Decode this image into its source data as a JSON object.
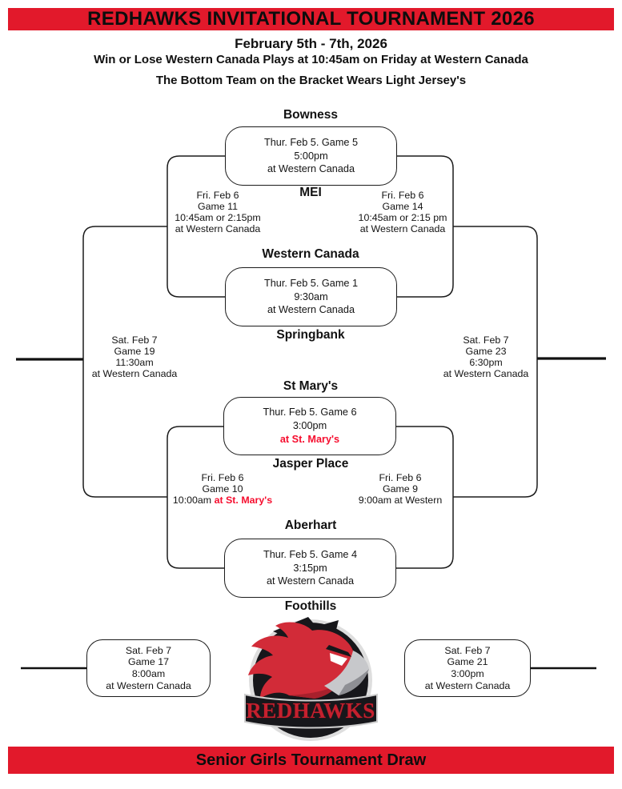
{
  "header": {
    "banner": "REDHAWKS INVITATIONAL TOURNAMENT 2026",
    "date_line": "February 5th - 7th, 2026",
    "note1": "Win or Lose Western Canada Plays at 10:45am on Friday at Western Canada",
    "note2": "The Bottom Team on the Bracket Wears Light Jersey's"
  },
  "footer": {
    "banner": "Senior Girls Tournament Draw"
  },
  "colors": {
    "banner_red": "#e2192b",
    "highlight_red": "#f60d2e"
  },
  "logo": {
    "wordmark": "REDHAWKS"
  },
  "teams": {
    "bowness": "Bowness",
    "mei": "MEI",
    "western_canada": "Western Canada",
    "springbank": "Springbank",
    "st_marys": "St Mary's",
    "jasper_place": "Jasper Place",
    "aberhart": "Aberhart",
    "foothills": "Foothills"
  },
  "games": {
    "game5": {
      "l1": "Thur. Feb 5. Game 5",
      "l2": "5:00pm",
      "l3": "at Western Canada"
    },
    "game1": {
      "l1": "Thur. Feb 5. Game 1",
      "l2": "9:30am",
      "l3": "at Western Canada"
    },
    "game6": {
      "l1": "Thur. Feb 5. Game 6",
      "l2": "3:00pm",
      "l3": "at St. Mary's"
    },
    "game4": {
      "l1": "Thur. Feb 5. Game 4",
      "l2": "3:15pm",
      "l3": "at Western Canada"
    },
    "game11": {
      "l1": "Fri. Feb 6",
      "l2": "Game 11",
      "l3": "10:45am or 2:15pm",
      "l4": "at Western Canada"
    },
    "game14": {
      "l1": "Fri. Feb 6",
      "l2": "Game 14",
      "l3": "10:45am or 2:15 pm",
      "l4": "at Western Canada"
    },
    "game10": {
      "l1": "Fri. Feb 6",
      "l2": "Game 10",
      "l3a": "10:00am ",
      "l3b": "at St. Mary's"
    },
    "game9": {
      "l1": "Fri. Feb 6",
      "l2": "Game 9",
      "l3": "9:00am at Western"
    },
    "game19": {
      "l1": "Sat. Feb 7",
      "l2": "Game 19",
      "l3": "11:30am",
      "l4": "at Western Canada"
    },
    "game23": {
      "l1": "Sat. Feb 7",
      "l2": "Game 23",
      "l3": "6:30pm",
      "l4": "at Western Canada"
    },
    "game17": {
      "l1": "Sat. Feb 7",
      "l2": "Game 17",
      "l3": "8:00am",
      "l4": "at Western Canada"
    },
    "game21": {
      "l1": "Sat. Feb 7",
      "l2": "Game 21",
      "l3": "3:00pm",
      "l4": "at Western Canada"
    }
  }
}
